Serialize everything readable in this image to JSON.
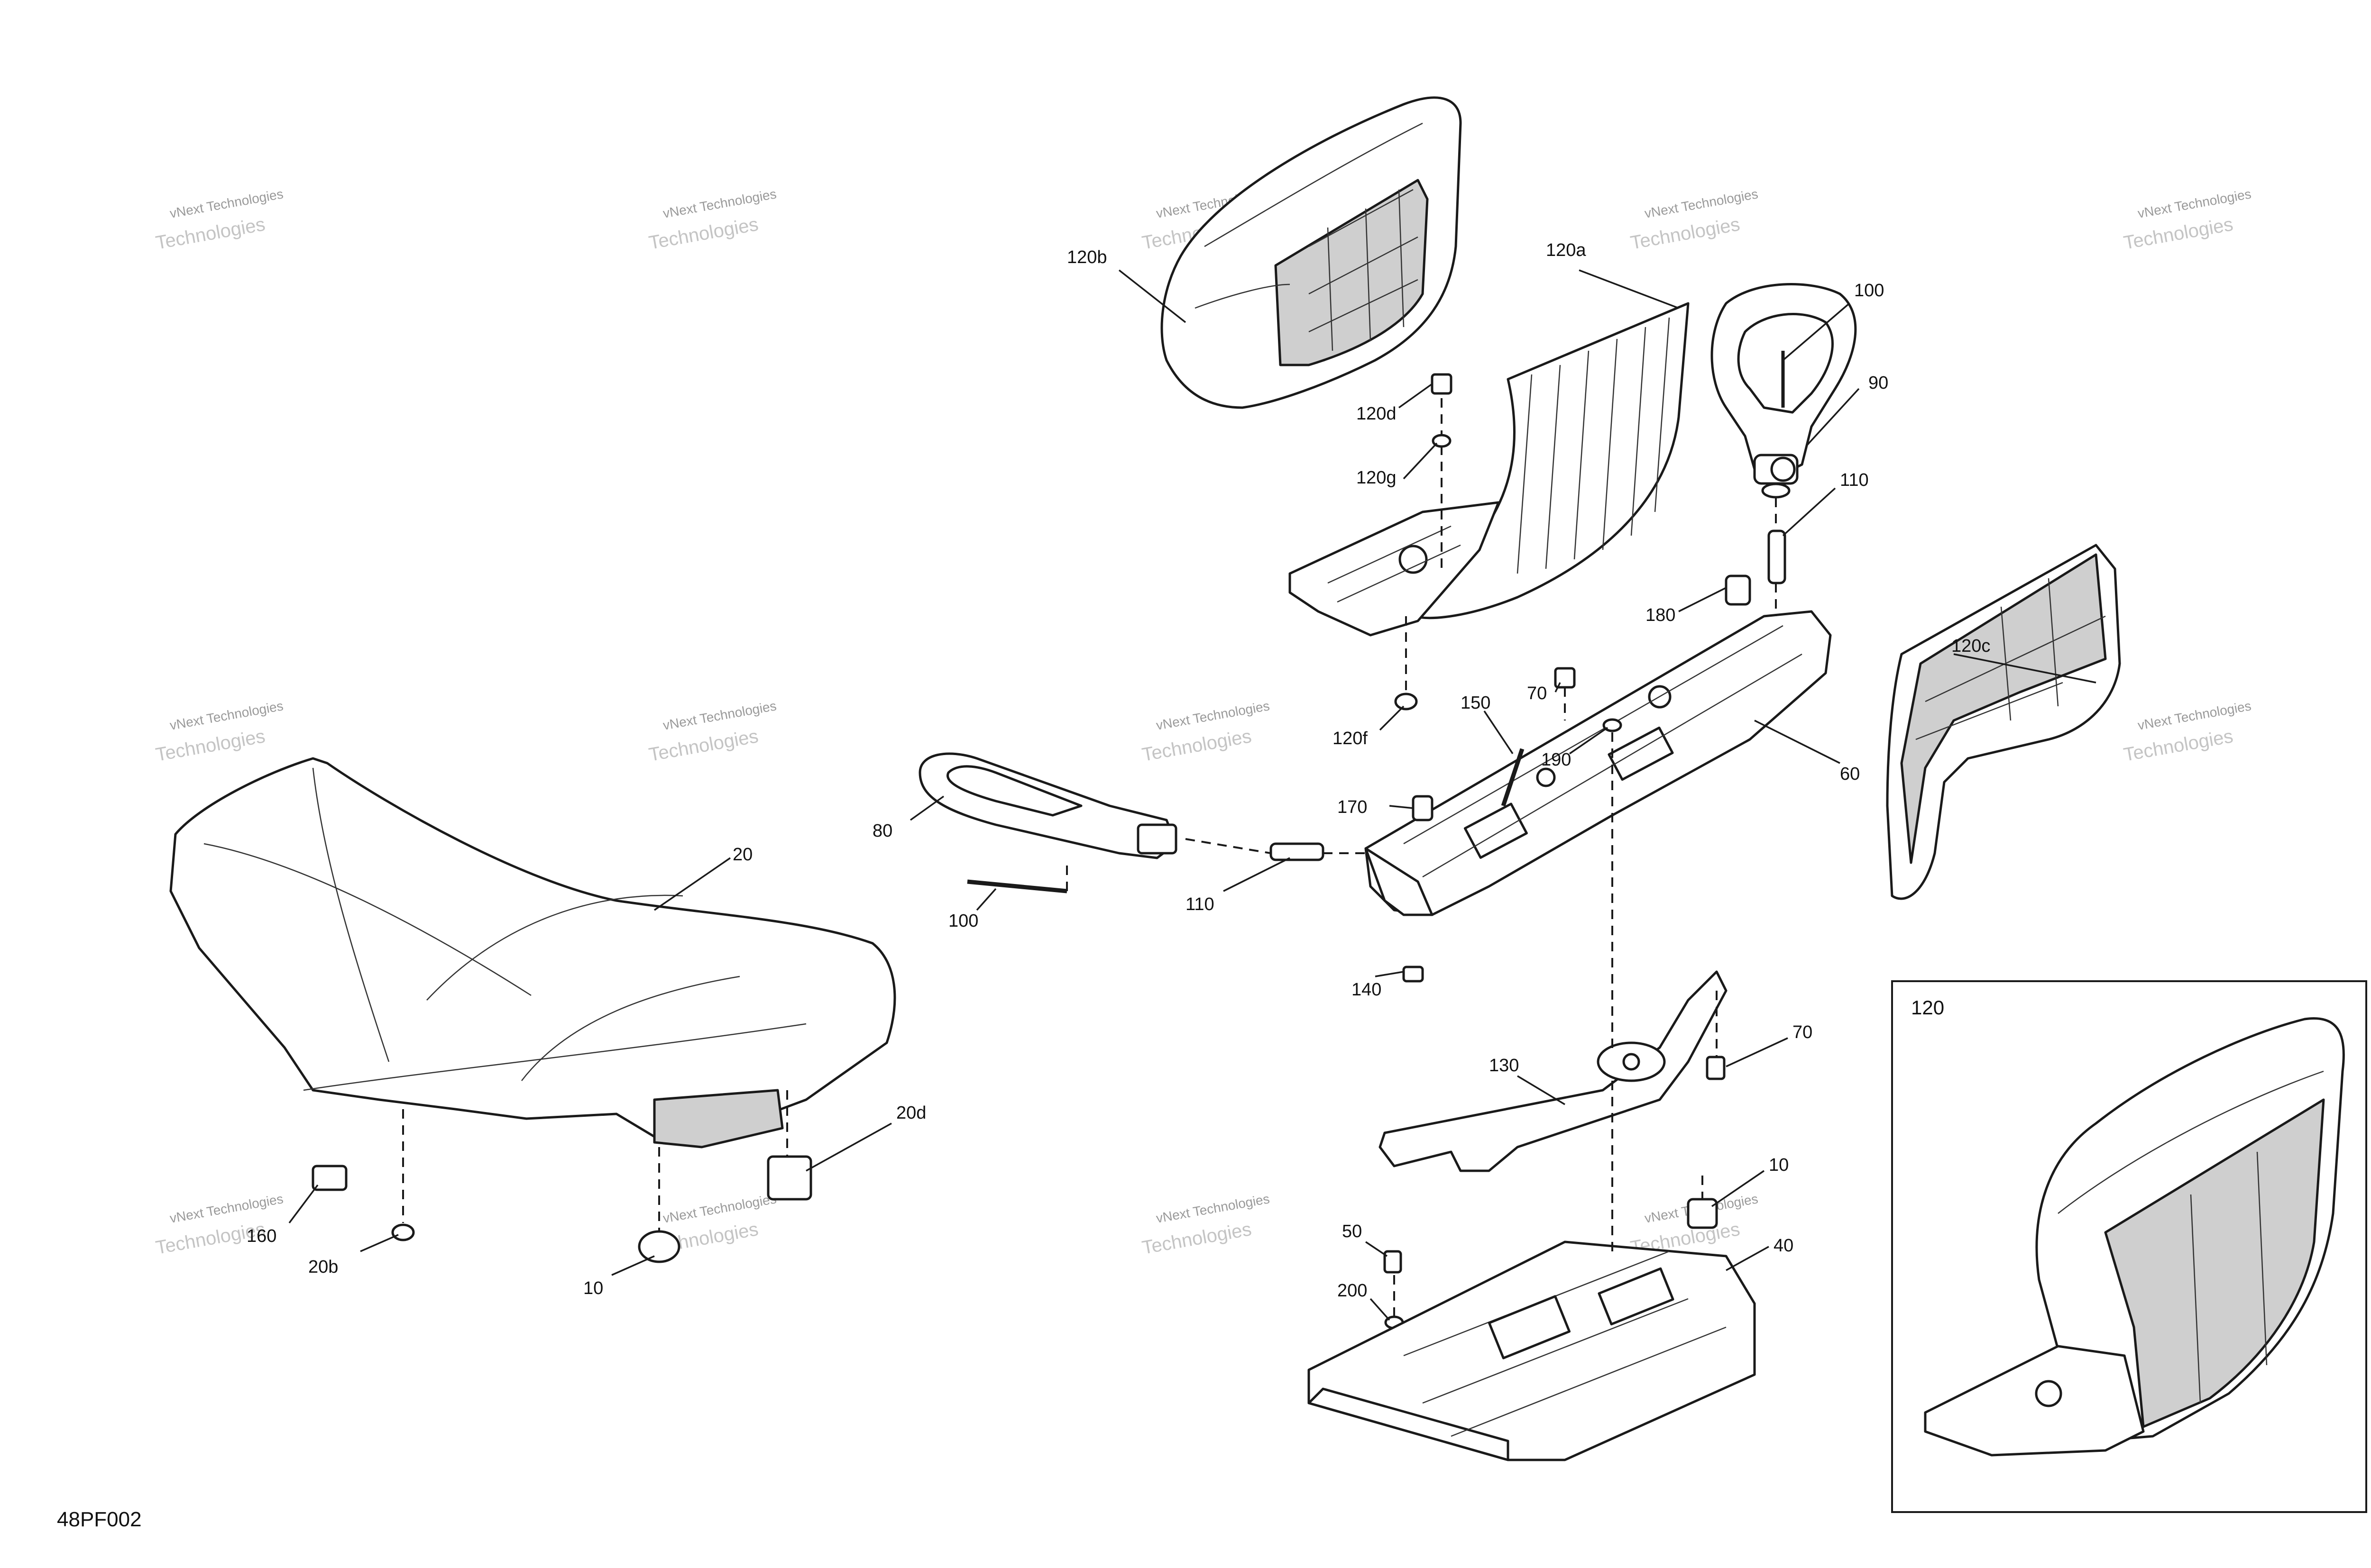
{
  "diagram_id": "48PF002",
  "watermark": {
    "line1": "vNext Technologies",
    "line2": "Technologies"
  },
  "inset": {
    "label": "120"
  },
  "callouts": [
    {
      "id": "c-120b",
      "text": "120b"
    },
    {
      "id": "c-120a",
      "text": "120a"
    },
    {
      "id": "c-100-top",
      "text": "100"
    },
    {
      "id": "c-90",
      "text": "90"
    },
    {
      "id": "c-110-top",
      "text": "110"
    },
    {
      "id": "c-120d",
      "text": "120d"
    },
    {
      "id": "c-120g",
      "text": "120g"
    },
    {
      "id": "c-180",
      "text": "180"
    },
    {
      "id": "c-120c",
      "text": "120c"
    },
    {
      "id": "c-70-top",
      "text": "70"
    },
    {
      "id": "c-150",
      "text": "150"
    },
    {
      "id": "c-190",
      "text": "190"
    },
    {
      "id": "c-120f",
      "text": "120f"
    },
    {
      "id": "c-60",
      "text": "60"
    },
    {
      "id": "c-170",
      "text": "170"
    },
    {
      "id": "c-80",
      "text": "80"
    },
    {
      "id": "c-20",
      "text": "20"
    },
    {
      "id": "c-100-mid",
      "text": "100"
    },
    {
      "id": "c-110-mid",
      "text": "110"
    },
    {
      "id": "c-140",
      "text": "140"
    },
    {
      "id": "c-70-mid",
      "text": "70"
    },
    {
      "id": "c-130",
      "text": "130"
    },
    {
      "id": "c-20d",
      "text": "20d"
    },
    {
      "id": "c-160",
      "text": "160"
    },
    {
      "id": "c-20b",
      "text": "20b"
    },
    {
      "id": "c-10-left",
      "text": "10"
    },
    {
      "id": "c-10-right",
      "text": "10"
    },
    {
      "id": "c-50",
      "text": "50"
    },
    {
      "id": "c-40",
      "text": "40"
    },
    {
      "id": "c-200",
      "text": "200"
    }
  ]
}
